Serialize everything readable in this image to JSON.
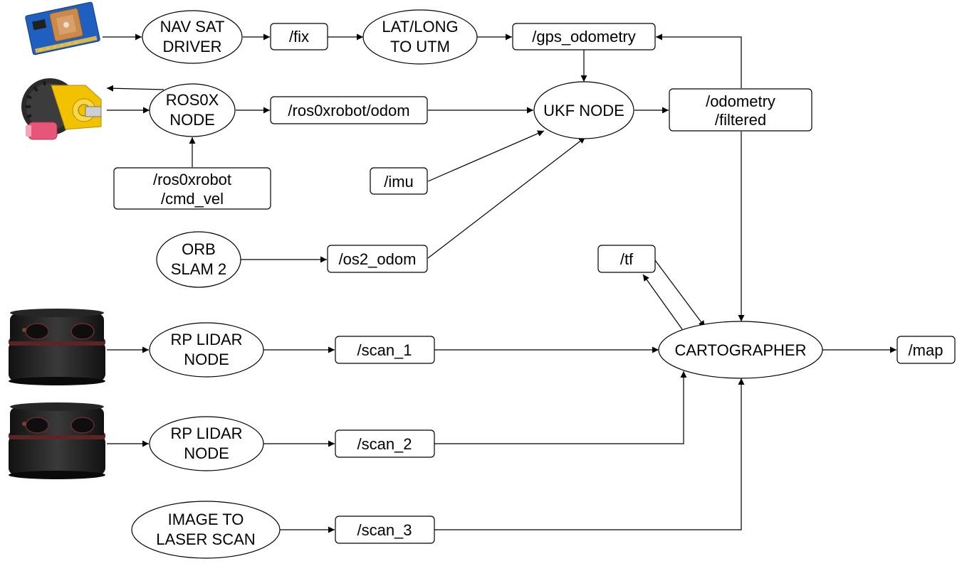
{
  "nodes": {
    "nav_sat_driver": {
      "line1": "NAV SAT",
      "line2": "DRIVER"
    },
    "lat_long_to_utm": {
      "line1": "LAT/LONG",
      "line2": "TO UTM"
    },
    "ros0x_node": {
      "line1": "ROS0X",
      "line2": "NODE"
    },
    "ukf_node": {
      "label": "UKF NODE"
    },
    "orb_slam2": {
      "line1": "ORB",
      "line2": "SLAM 2"
    },
    "rp_lidar_node_1": {
      "line1": "RP LIDAR",
      "line2": "NODE"
    },
    "rp_lidar_node_2": {
      "line1": "RP LIDAR",
      "line2": "NODE"
    },
    "image_to_laser_scan": {
      "line1": "IMAGE TO",
      "line2": "LASER SCAN"
    },
    "cartographer": {
      "label": "CARTOGRAPHER"
    }
  },
  "topics": {
    "fix": {
      "label": "/fix"
    },
    "gps_odometry": {
      "label": "/gps_odometry"
    },
    "ros0xrobot_odom": {
      "label": "/ros0xrobot/odom"
    },
    "odometry_filtered": {
      "line1": "/odometry",
      "line2": "/filtered"
    },
    "cmd_vel": {
      "line1": "/ros0xrobot",
      "line2": "/cmd_vel"
    },
    "imu": {
      "label": "/imu"
    },
    "os2_odom": {
      "label": "/os2_odom"
    },
    "tf": {
      "label": "/tf"
    },
    "scan_1": {
      "label": "/scan_1"
    },
    "scan_2": {
      "label": "/scan_2"
    },
    "scan_3": {
      "label": "/scan_3"
    },
    "map": {
      "label": "/map"
    }
  },
  "images": {
    "gps_module": "gps-module-board",
    "robot_wheel": "wheel-motor",
    "lidar_1": "rplidar-sensor",
    "lidar_2": "rplidar-sensor"
  },
  "colors": {
    "gps_board": "#1f5fbf",
    "gps_antenna": "#c98a4b",
    "wheel_tire": "#2b2b2b",
    "wheel_hub": "#f2c200",
    "motor_pink": "#e8557a",
    "lidar_body": "#1e1e1e",
    "lidar_ring": "#6b2a2a"
  }
}
